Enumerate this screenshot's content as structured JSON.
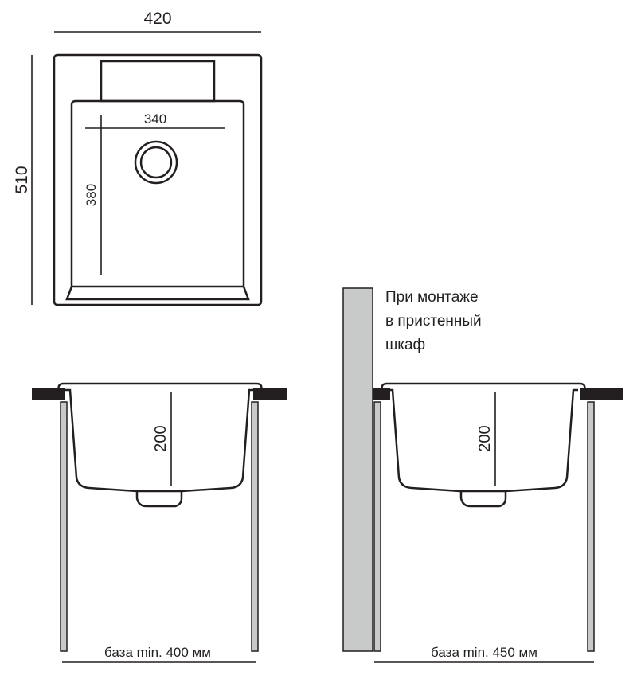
{
  "top_view": {
    "width": "420",
    "depth": "510",
    "bowl_width": "340",
    "bowl_depth": "380"
  },
  "side_view_left": {
    "bowl_height": "200",
    "base_label": "база min. 400 мм"
  },
  "side_view_right": {
    "bowl_height": "200",
    "base_label": "база min. 450 мм",
    "note": [
      "При монтаже",
      "в пристенный",
      "шкаф"
    ]
  },
  "colors": {
    "line": "#231f20",
    "panel": "#c8c9c9"
  }
}
